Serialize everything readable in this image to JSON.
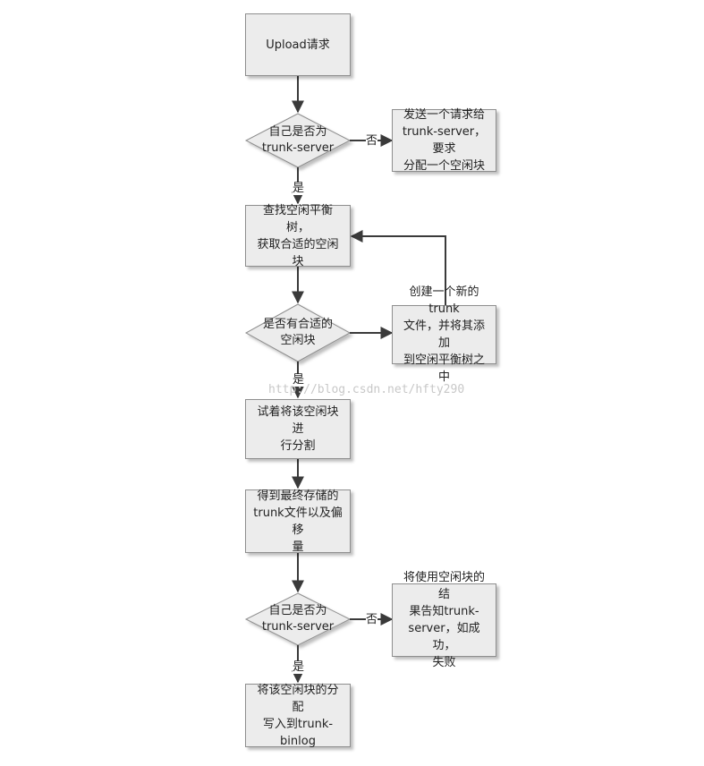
{
  "nodes": {
    "upload": {
      "text": "Upload请求"
    },
    "decision1": {
      "line1": "自己是否为",
      "line2": "trunk-server"
    },
    "send_request": {
      "line1": "发送一个请求给",
      "line2": "trunk-server，要求",
      "line3": "分配一个空闲块"
    },
    "find_block": {
      "line1": "查找空闲平衡树，",
      "line2": "获取合适的空闲块"
    },
    "decision2": {
      "line1": "是否有合适的",
      "line2": "空闲块"
    },
    "create_trunk": {
      "line1": "创建一个新的trunk",
      "line2": "文件，并将其添加",
      "line3": "到空闲平衡树之中"
    },
    "split_block": {
      "line1": "试着将该空闲块进",
      "line2": "行分割"
    },
    "get_offset": {
      "line1": "得到最终存储的",
      "line2": "trunk文件以及偏移",
      "line3": "量"
    },
    "decision3": {
      "line1": "自己是否为",
      "line2": "trunk-server"
    },
    "notify_result": {
      "line1": "将使用空闲块的结",
      "line2": "果告知trunk-",
      "line3": "server，如成功，",
      "line4": "失败"
    },
    "write_binlog": {
      "line1": "将该空闲块的分配",
      "line2": "写入到trunk-binlog"
    }
  },
  "edge_labels": {
    "no1": "否",
    "yes1": "是",
    "yes2": "是",
    "no3": "否",
    "yes3": "是"
  },
  "watermark": "http://blog.csdn.net/hfty290",
  "colors": {
    "node_fill": "#ececec",
    "node_border": "#8e8e8e",
    "arrow": "#3a3a3a"
  }
}
